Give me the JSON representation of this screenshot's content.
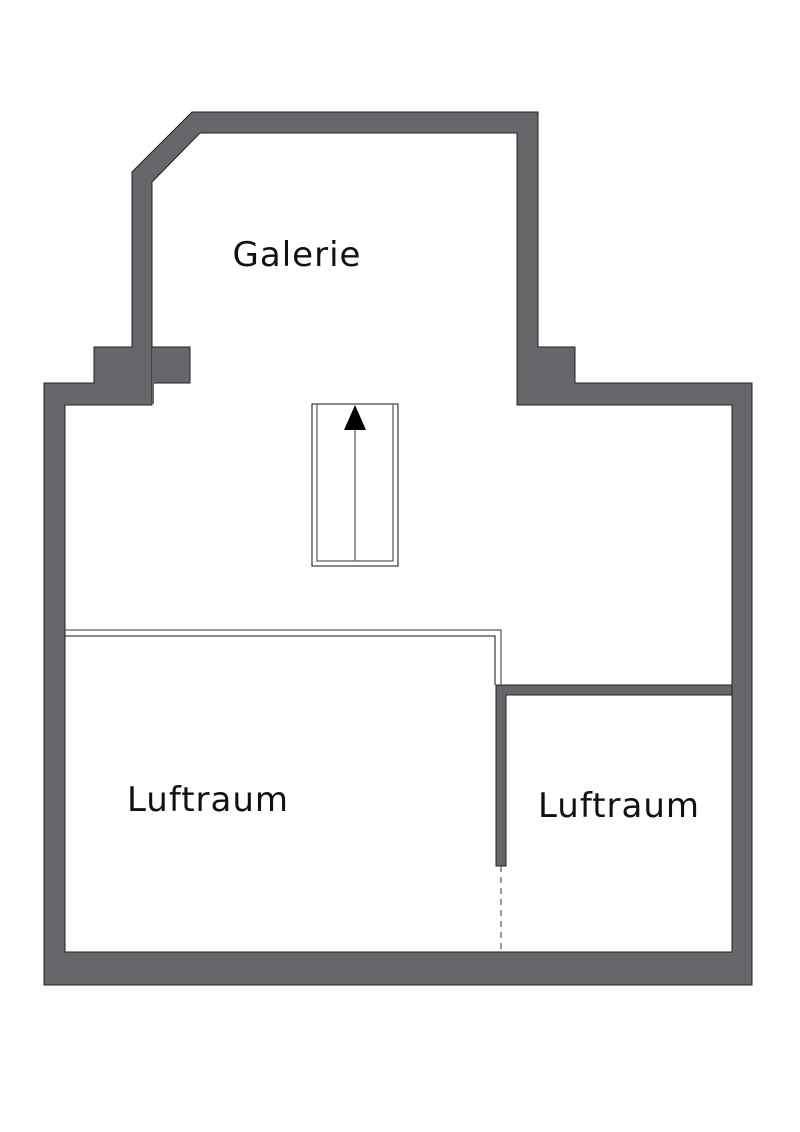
{
  "colors": {
    "wall": "#66676a",
    "background": "#ffffff",
    "line": "#111111"
  },
  "rooms": [
    {
      "name": "Galerie"
    },
    {
      "name": "Luftraum"
    },
    {
      "name": "Luftraum"
    }
  ],
  "stairs": {
    "direction": "up",
    "icon": "arrow-up-icon"
  }
}
